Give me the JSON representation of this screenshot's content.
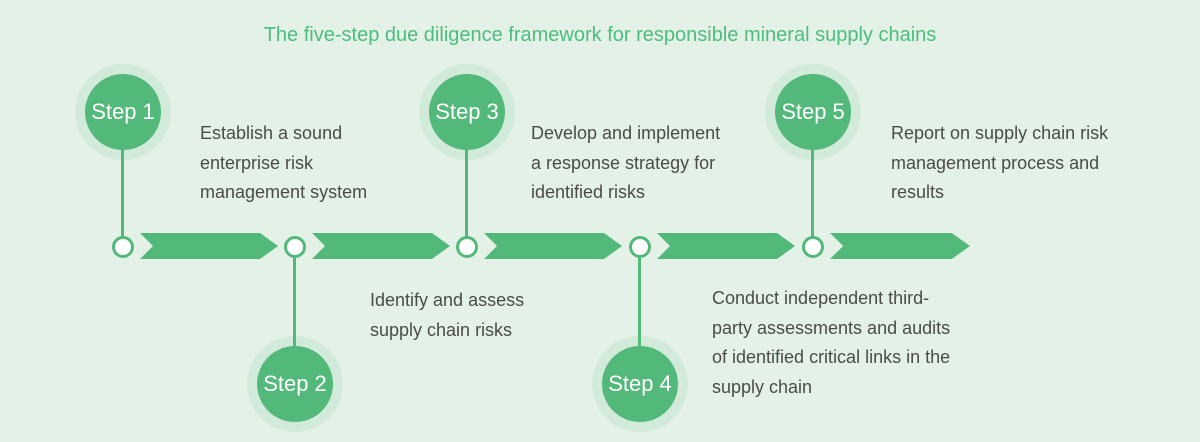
{
  "title": "The five-step due diligence framework for responsible mineral supply chains",
  "colors": {
    "background": "#e3f1e7",
    "accent_green": "#53b97b",
    "halo_green": "#d2ead9",
    "title_green": "#4cbd7e",
    "text_gray": "#4b4b4b",
    "node_fill": "#ffffff",
    "step_label_color": "#ffffff"
  },
  "steps": [
    {
      "label": "Step 1",
      "position": "above",
      "description": "Establish a sound\nenterprise risk\nmanagement system"
    },
    {
      "label": "Step 2",
      "position": "below",
      "description": "Identify and assess\nsupply chain risks"
    },
    {
      "label": "Step 3",
      "position": "above",
      "description": "Develop and implement\na response strategy for\nidentified risks"
    },
    {
      "label": "Step 4",
      "position": "below",
      "description": "Conduct independent third-\nparty assessments and audits\nof identified critical links in the\nsupply chain"
    },
    {
      "label": "Step 5",
      "position": "above",
      "description": "Report on supply chain risk\nmanagement process and\nresults"
    }
  ]
}
